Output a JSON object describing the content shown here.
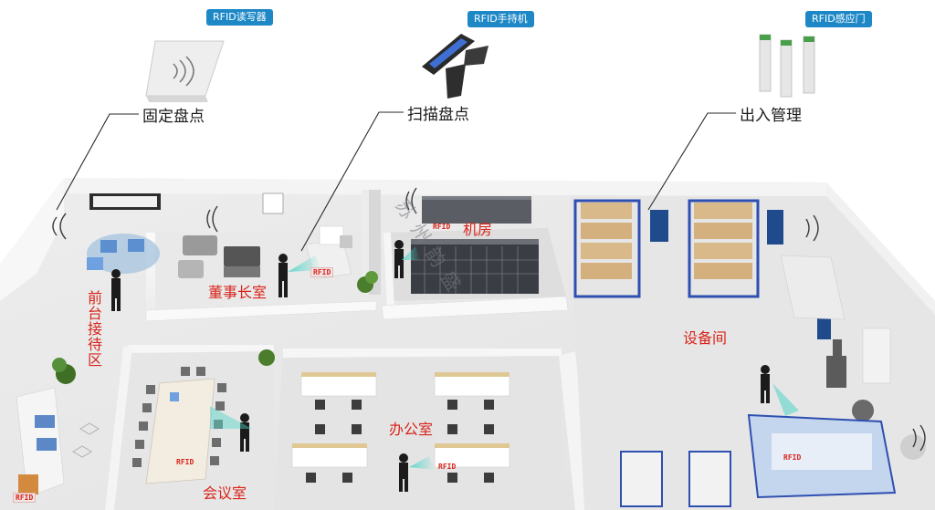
{
  "colors": {
    "tag_bg": "#1e88c7",
    "room_label": "#d9241b",
    "floor": "#e8e8e8",
    "wall": "#f6f6f6",
    "shelf_frame": "#2f4fb0",
    "box": "#d9b98a"
  },
  "devices": [
    {
      "tag": "RFID读写器",
      "icon": "rfid-reader-icon"
    },
    {
      "tag": "RFID手持机",
      "icon": "rfid-handheld-icon"
    },
    {
      "tag": "RFID感应门",
      "icon": "rfid-gate-icon"
    }
  ],
  "callouts": {
    "fixed_inventory": "固定盘点",
    "scan_inventory": "扫描盘点",
    "access_management": "出入管理"
  },
  "rooms": {
    "reception": "前台接待区",
    "chairman_office": "董事长室",
    "server_room": "机房",
    "meeting_room": "会议室",
    "office": "办公室",
    "equipment_room": "设备间"
  },
  "watermark": "苏州韵盛",
  "rfid_marks": [
    "RFID",
    "RFID",
    "RFID",
    "RFID",
    "RFID",
    "RFID"
  ]
}
